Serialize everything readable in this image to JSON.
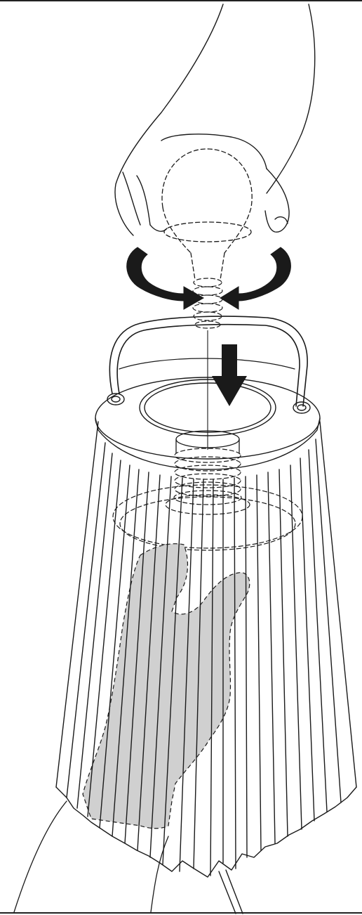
{
  "figure": {
    "kind": "assembly-instruction-illustration",
    "colors": {
      "ink": "#1a1a1a",
      "hidden_hand_fill": "#d0d0d0",
      "background": "#ffffff",
      "frame_rules": "#222222"
    },
    "steps_shown": [
      "twist-bulb",
      "lower-bulb-into-socket"
    ],
    "icons": [
      "rotate-arrow-left-icon",
      "rotate-arrow-right-icon",
      "down-arrow-icon"
    ]
  }
}
